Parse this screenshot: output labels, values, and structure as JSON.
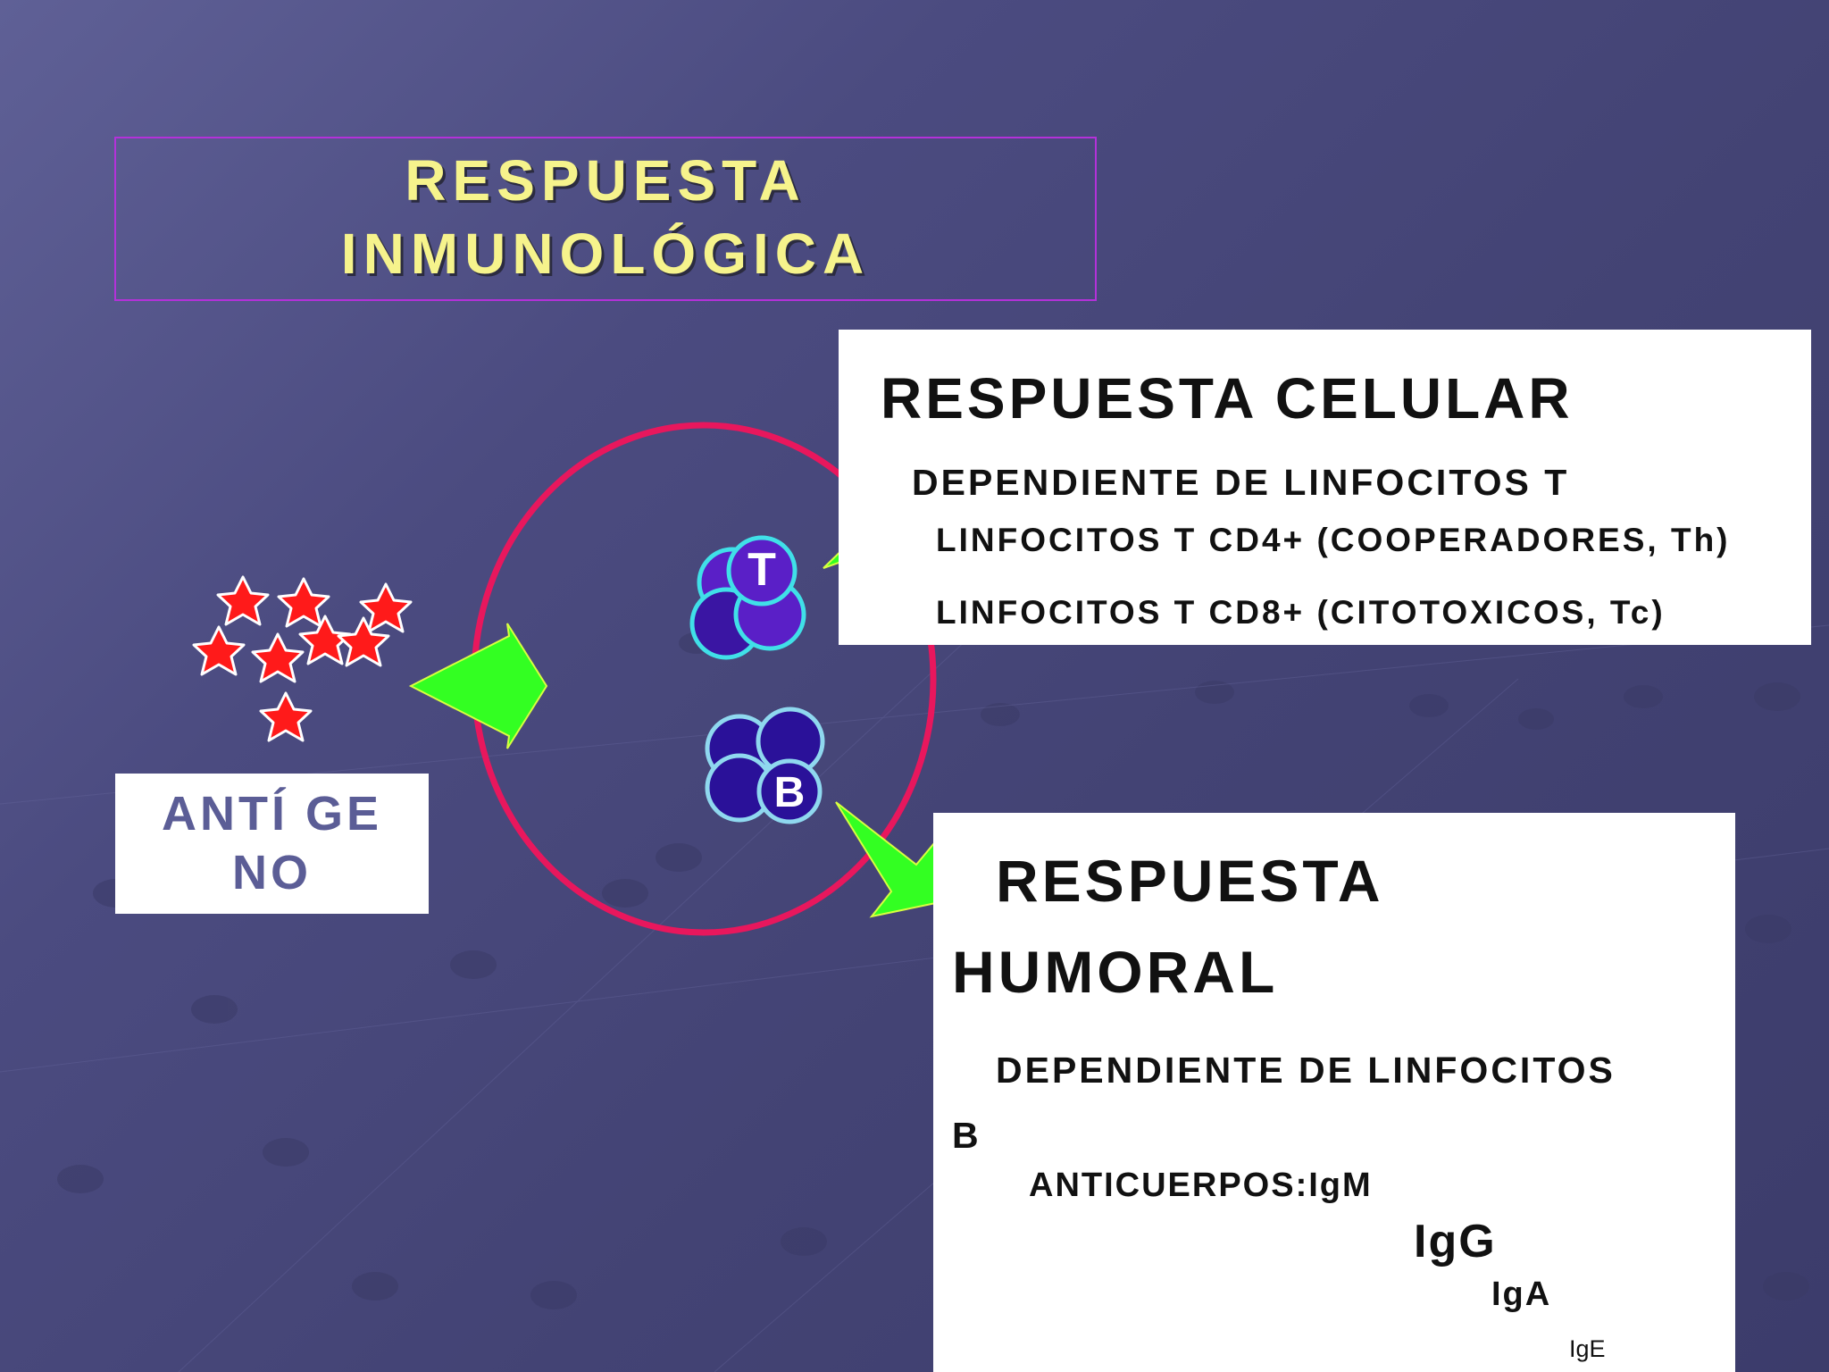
{
  "title": {
    "line1": "RESPUESTA",
    "line2": "INMUNOLÓGICA"
  },
  "antigen": {
    "line1": "ANTÍ GE",
    "line2": "NO"
  },
  "cellular": {
    "title": "RESPUESTA CELULAR",
    "line1": "DEPENDIENTE DE LINFOCITOS T",
    "line2": "LINFOCITOS T CD4+ (COOPERADORES, Th)",
    "line3": "LINFOCITOS T CD8+ (CITOTOXICOS, Tc)"
  },
  "humoral": {
    "title_line1": "RESPUESTA",
    "title_line2": "HUMORAL",
    "line1": "DEPENDIENTE DE LINFOCITOS",
    "line2": "B",
    "antibodies_label": "ANTICUERPOS:IgM",
    "ig1": "IgG",
    "ig2": "IgA",
    "ig3": "IgE"
  },
  "cells": {
    "t_label": "T",
    "b_label": "B"
  },
  "colors": {
    "title_text": "#f6f38c",
    "title_border": "#b431d9",
    "circle": "#e8175d",
    "arrow": "#33ff22",
    "antigen_star": "#ff1a1a",
    "t_cell": "#5a1fc7",
    "b_cell": "#2a1199",
    "cell_ring": "#40e0e8"
  }
}
